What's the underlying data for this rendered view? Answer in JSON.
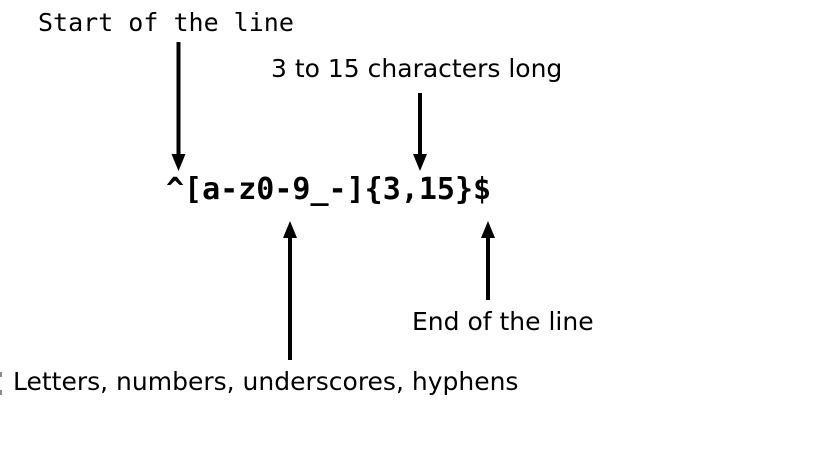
{
  "diagram": {
    "regex": "^[a-z0-9_-]{3,15}$",
    "annotations": {
      "start": "Start of the line",
      "length": "3 to 15 characters long",
      "charset": "Letters, numbers, underscores, hyphens",
      "end": "End of the line"
    },
    "colors": {
      "background": "#ffffff",
      "text": "#000000",
      "arrow": "#000000"
    }
  }
}
